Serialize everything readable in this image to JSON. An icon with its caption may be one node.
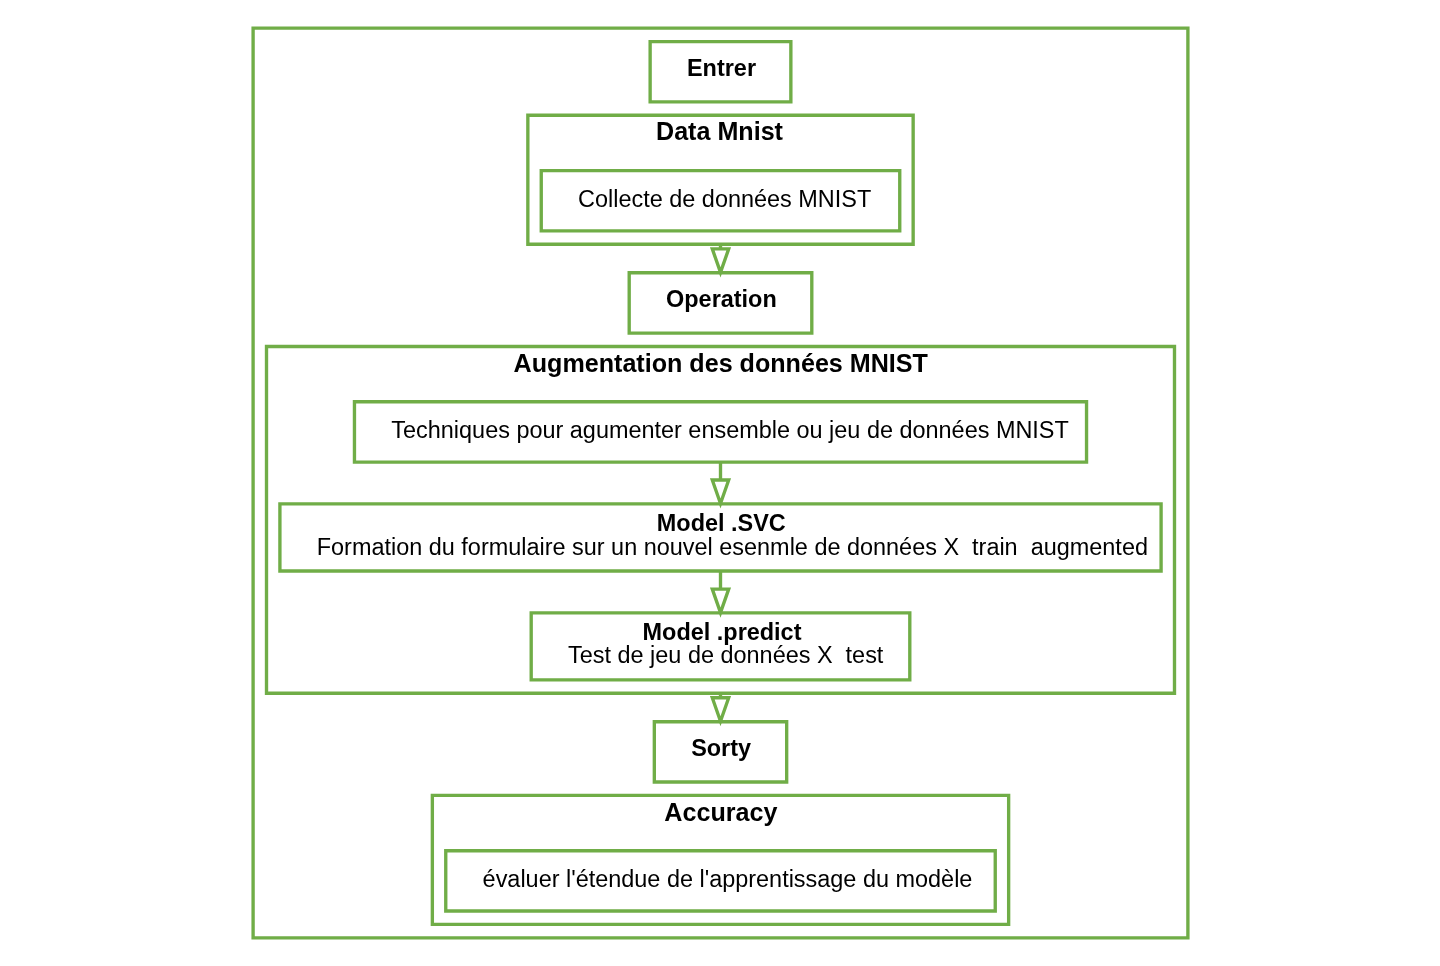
{
  "diagram": {
    "nodes": [
      {
        "text": [],
        "shape": "box"
      },
      {
        "text": [
          "Entrer"
        ],
        "in": 0
      },
      {
        "text": [
          "Data Mnist"
        ],
        "in": 0
      },
      {
        "text": [
          "Collecte de données MNIST"
        ],
        "in": 2
      },
      {
        "text": [
          "Operation"
        ],
        "in": 0
      },
      {
        "text": [
          "Augmentation des données MNIST"
        ],
        "in": 0
      },
      {
        "text": [
          "Techniques pour agumenter ensemble ou jeu de données MNIST"
        ],
        "in": 5
      },
      {
        "text": [
          "Model .SVC",
          "Formation du formulaire sur un nouvel esenmle de données X  train  augmented"
        ],
        "in": 5
      },
      {
        "text": [
          "Model .predict",
          "Test de jeu de données X  test"
        ],
        "in": 5
      },
      {
        "text": [
          "Sorty"
        ],
        "in": 0
      },
      {
        "text": [
          "Accuracy"
        ],
        "in": 0
      },
      {
        "text": [
          "évaluer l'étendue de l'apprentissage du modèle"
        ],
        "in": 10
      }
    ],
    "edges": [
      {
        "from": 2,
        "to": 4,
        "arrow": "to"
      },
      {
        "from": 6,
        "to": 7,
        "arrow": "to"
      },
      {
        "from": 7,
        "to": 8,
        "arrow": "to"
      },
      {
        "from": 5,
        "to": 9,
        "arrow": "to"
      }
    ]
  }
}
